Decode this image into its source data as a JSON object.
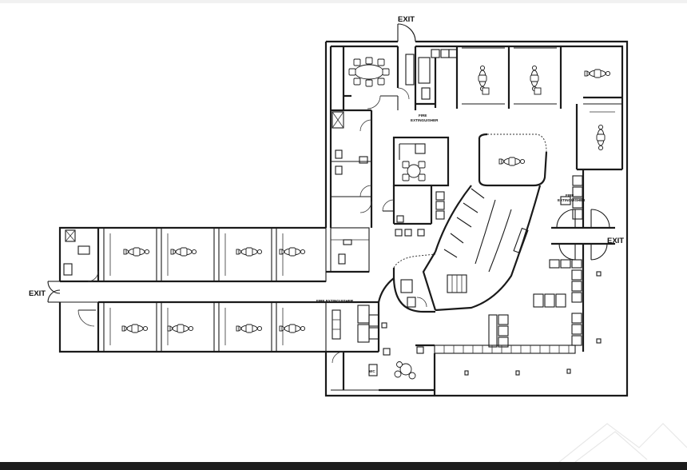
{
  "labels": {
    "exit": "EXIT",
    "fire_extinguisher": "FIRE EXTINGUISHER",
    "fire_line1": "FIRE",
    "fire_line2": "EXTINGUISHER",
    "wc": "WC"
  },
  "colors": {
    "line": "#1a1a1a",
    "background": "#ffffff",
    "watermark": "#e8e8e8",
    "bottom_bar": "#1c1c1c"
  },
  "icons": {
    "dental_chair": "dental-chair-icon",
    "round_table": "round-table-icon",
    "door_swing": "door-swing-icon"
  }
}
